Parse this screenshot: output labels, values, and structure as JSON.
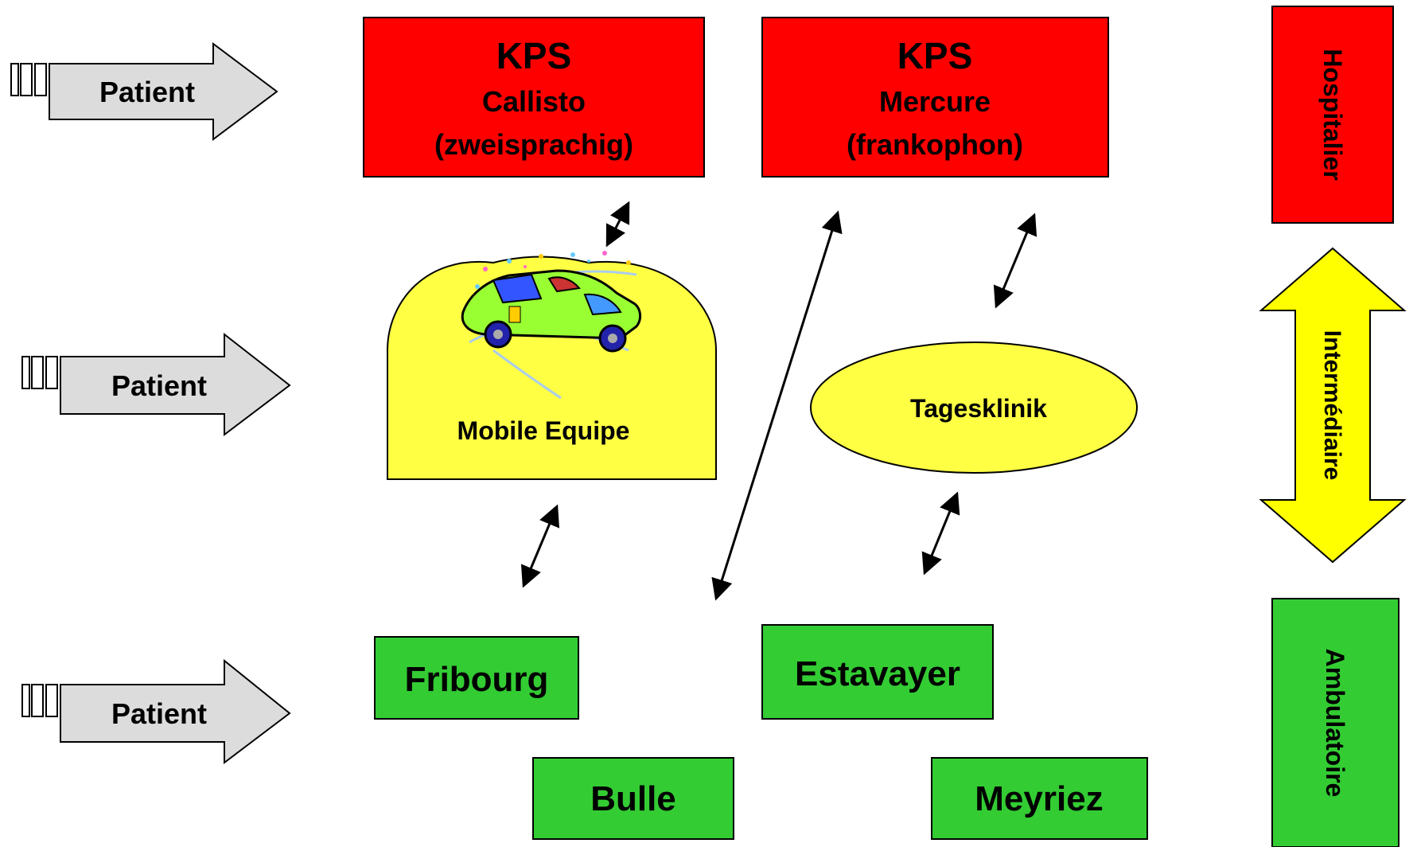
{
  "patient_arrows": [
    {
      "label": "Patient"
    },
    {
      "label": "Patient"
    },
    {
      "label": "Patient"
    }
  ],
  "hospital_boxes": [
    {
      "title": "KPS",
      "name": "Callisto",
      "note": "(zweisprachig)"
    },
    {
      "title": "KPS",
      "name": "Mercure",
      "note": "(frankophon)"
    }
  ],
  "mobile_team": {
    "label": "Mobile Equipe"
  },
  "day_clinic": {
    "label": "Tagesklinik"
  },
  "ambulatory_sites": [
    {
      "label": "Fribourg"
    },
    {
      "label": "Estavayer"
    },
    {
      "label": "Bulle"
    },
    {
      "label": "Meyriez"
    }
  ],
  "levels": {
    "hospitalier": "Hospitalier",
    "intermediaire": "Intermédiaire",
    "ambulatoire": "Ambulatoire"
  },
  "colors": {
    "red": "#ff0000",
    "yellow": "#ffff44",
    "green": "#33cc33",
    "arrow_gray": "#dcdcdc"
  }
}
